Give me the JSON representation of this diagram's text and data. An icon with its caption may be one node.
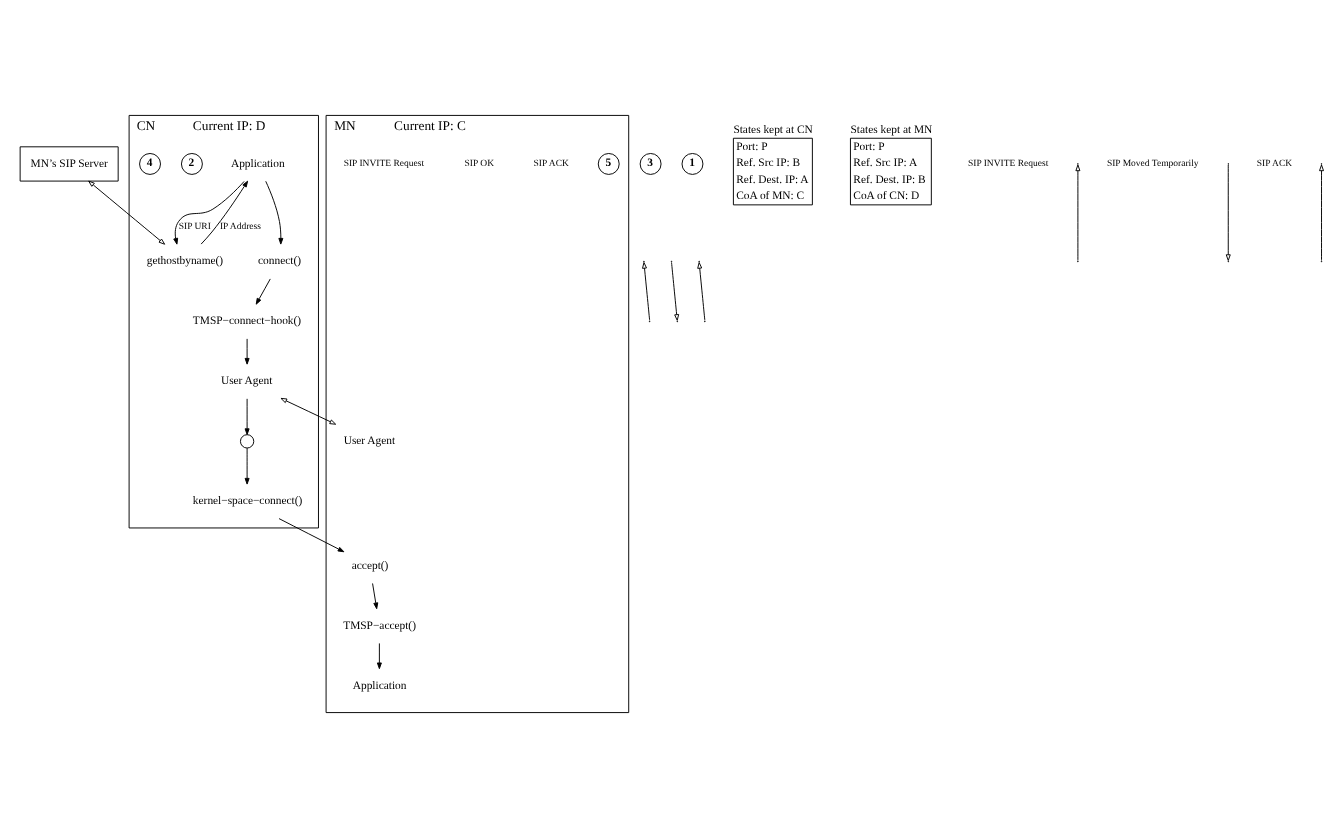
{
  "diagram": {
    "nodes": [
      {
        "text": [
          "MN’s SIP Server"
        ]
      },
      {
        "text": [
          "CN",
          "Current IP: D"
        ]
      },
      {
        "text": [
          "Application"
        ],
        "in": 1
      },
      {
        "text": [
          "User Agent"
        ],
        "in": 1
      },
      {
        "text": [
          "gethostbyname()"
        ],
        "in": 1
      },
      {
        "text": [
          "connect()"
        ],
        "in": 1
      },
      {
        "text": [
          "2"
        ],
        "in": 1
      },
      {
        "text": [
          "TMSP−connect−hook()"
        ],
        "in": 1
      },
      {
        "text": [],
        "shape": "circle",
        "in": 1
      },
      {
        "text": [
          "4"
        ],
        "in": 1
      },
      {
        "text": [
          "kernel−space−connect()"
        ],
        "in": 1
      },
      {
        "text": [
          "MN",
          "Current IP: C"
        ]
      },
      {
        "text": [
          "User Agent"
        ],
        "in": 11
      },
      {
        "text": [
          "Application"
        ],
        "in": 11
      },
      {
        "text": [
          "TMSP−accept()"
        ],
        "in": 11
      },
      {
        "text": [
          "5"
        ],
        "in": 11
      },
      {
        "text": [
          "accept()"
        ],
        "in": 11
      },
      {
        "text": [
          "3"
        ]
      },
      {
        "text": [
          "1"
        ]
      },
      {
        "text": [
          "States kept at CN",
          "Port: P",
          "Ref. Src IP: B",
          "Ref. Dest. IP: A",
          "CoA of MN: C"
        ]
      },
      {
        "text": [
          "States kept at MN",
          "Port: P",
          "Ref. Src IP: A",
          "Ref. Dest. IP: B",
          "CoA of CN: D"
        ]
      }
    ],
    "edges": [
      {
        "from": 2,
        "to": 4,
        "arrow": "to",
        "label": "SIP URI"
      },
      {
        "from": 4,
        "to": 2,
        "arrow": "to",
        "label": "IP Address"
      },
      {
        "from": 2,
        "to": 5,
        "arrow": "to"
      },
      {
        "from": 5,
        "to": 7,
        "arrow": "to"
      },
      {
        "from": 7,
        "to": 3,
        "arrow": "to"
      },
      {
        "from": 3,
        "to": 8,
        "arrow": "to"
      },
      {
        "from": 8,
        "to": 10,
        "arrow": "to"
      },
      {
        "from": 0,
        "to": 4,
        "arrow": "both"
      },
      {
        "from": 3,
        "to": 12,
        "arrow": "both"
      },
      {
        "from": 10,
        "to": 16,
        "arrow": "to"
      },
      {
        "from": 16,
        "to": 14,
        "arrow": "to"
      },
      {
        "from": 14,
        "to": 13,
        "arrow": "to"
      }
    ],
    "labels": [
      "SIP INVITE Request",
      "SIP OK",
      "SIP ACK"
    ],
    "legend": [
      {
        "text": "SIP INVITE Request"
      },
      {
        "text": "SIP Moved Temporarily"
      },
      {
        "text": "SIP ACK"
      }
    ]
  }
}
